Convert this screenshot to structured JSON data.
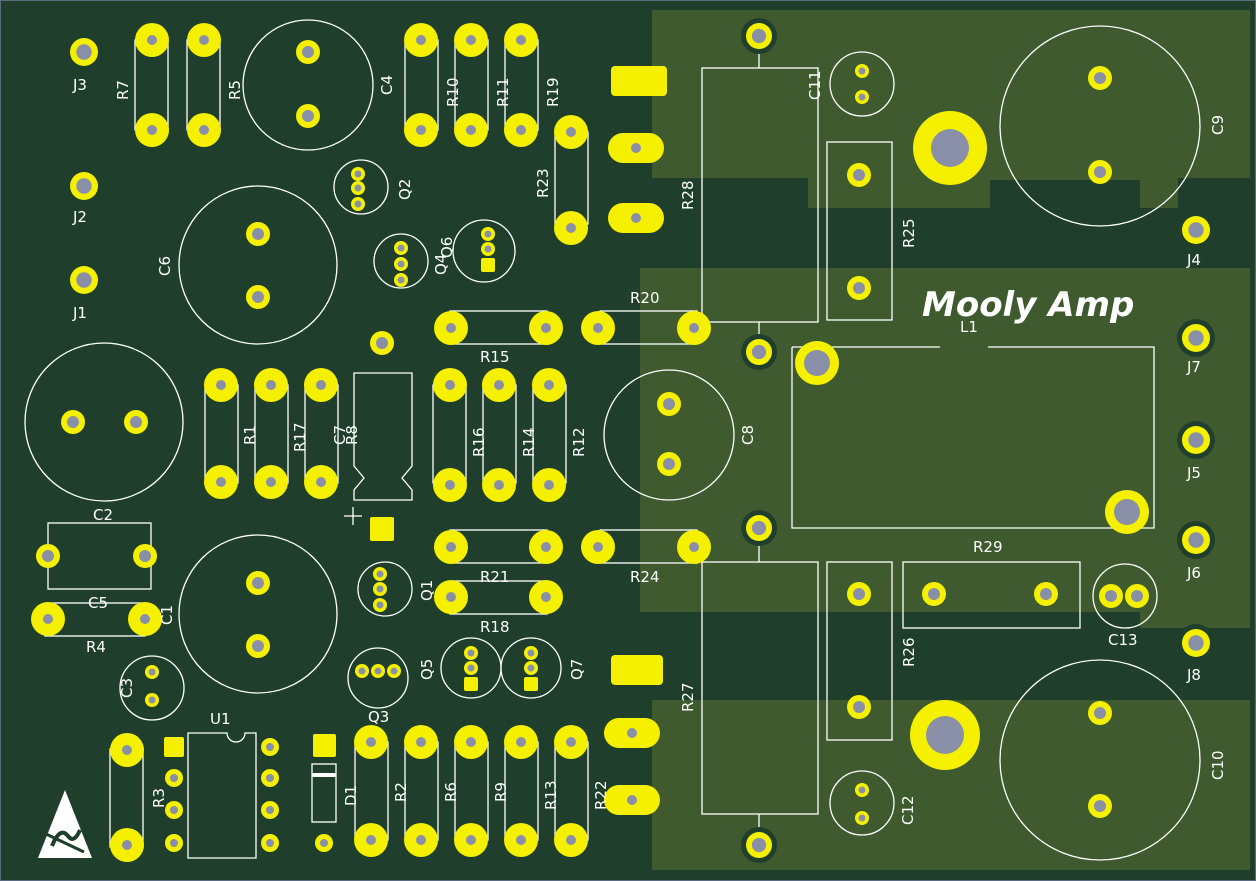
{
  "board": {
    "title": "Mooly Amp",
    "colors": {
      "substrate": "#1f3f2c",
      "copper_pour": "#3e5a2e",
      "pad": "#f5f000",
      "drill": "#8a8fa8",
      "silkscreen": "#ffffff",
      "outline_edge": "#5a6a80"
    }
  },
  "labels": {
    "J1": "J1",
    "J2": "J2",
    "J3": "J3",
    "J4": "J4",
    "J5": "J5",
    "J6": "J6",
    "J7": "J7",
    "J8": "J8",
    "R1": "R1",
    "R2": "R2",
    "R3": "R3",
    "R4": "R4",
    "R5": "R5",
    "R6": "R6",
    "R7": "R7",
    "R9": "R9",
    "R10": "R10",
    "R11": "R11",
    "R12": "R12",
    "R13": "R13",
    "R14": "R14",
    "R15": "R15",
    "R16": "R16",
    "R17": "R17",
    "R18": "R18",
    "R19": "R19",
    "R20": "R20",
    "R21": "R21",
    "R22": "R22",
    "R23": "R23",
    "R24": "R24",
    "R25": "R25",
    "R26": "R26",
    "R27": "R27",
    "R28": "R28",
    "R29": "R29",
    "C1": "C1",
    "C2": "C2",
    "C3": "C3",
    "C4": "C4",
    "C5": "C5",
    "C6": "C6",
    "C7": "C7",
    "C8": "C8",
    "C9": "C9",
    "C10": "C10",
    "C11": "C11",
    "C12": "C12",
    "C13": "C13",
    "Q1": "Q1",
    "Q2": "Q2",
    "Q3": "Q3",
    "Q4": "Q4",
    "Q5": "Q5",
    "Q6": "Q6",
    "Q7": "Q7",
    "R8": "R8",
    "D1": "D1",
    "U1": "U1",
    "L1": "L1"
  }
}
